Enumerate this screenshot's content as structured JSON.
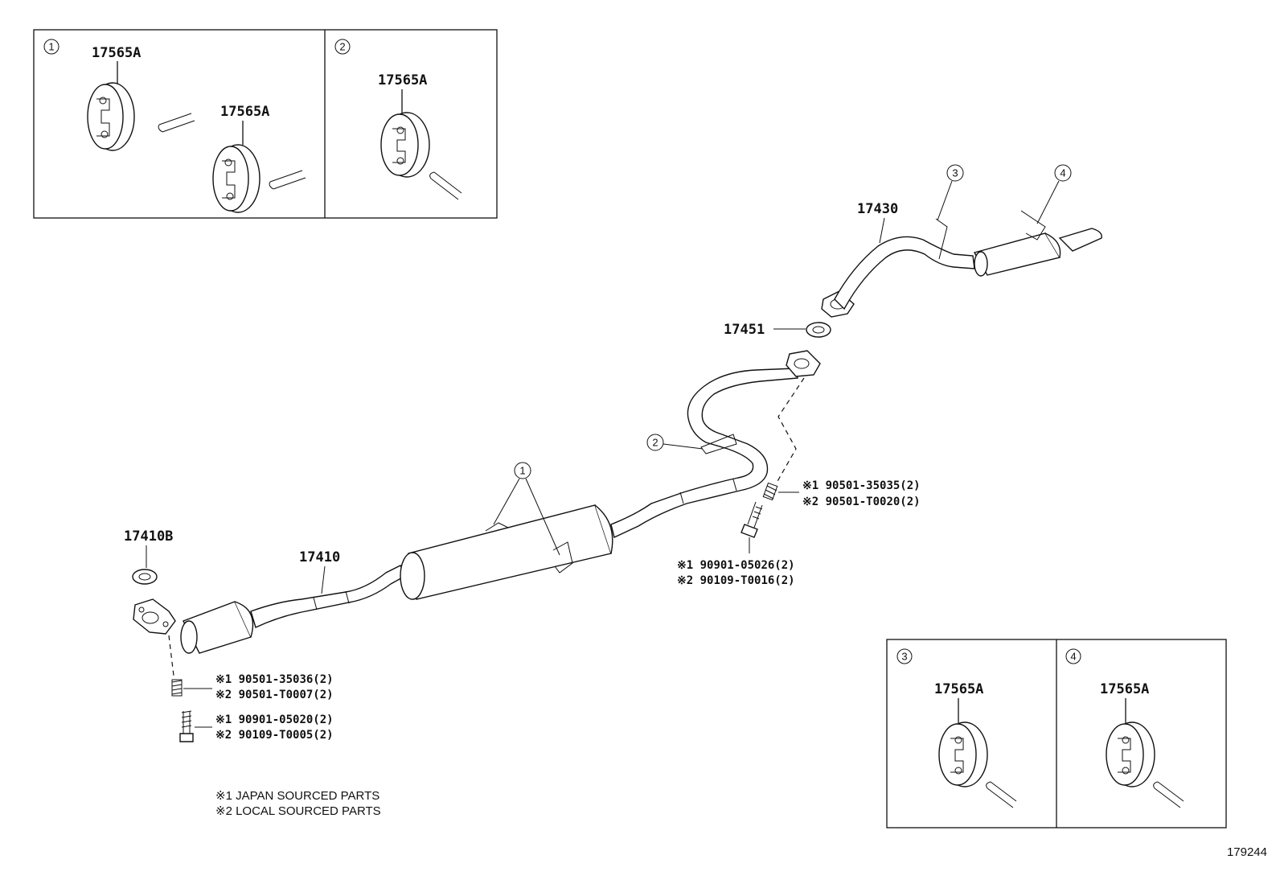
{
  "detail_boxes": [
    {
      "marker": "1",
      "parts": [
        "17565A",
        "17565A"
      ]
    },
    {
      "marker": "2",
      "parts": [
        "17565A"
      ]
    },
    {
      "marker": "3",
      "parts": [
        "17565A"
      ]
    },
    {
      "marker": "4",
      "parts": [
        "17565A"
      ]
    }
  ],
  "parts": {
    "tail_pipe": "17430",
    "gasket_mid": "17451",
    "gasket_front": "17410B",
    "front_pipe": "17410"
  },
  "callouts": {
    "c1": "1",
    "c2": "2",
    "c3": "3",
    "c4": "4"
  },
  "notes": {
    "front_spring_1": "※1 90501-35036(2)",
    "front_spring_2": "※2 90501-T0007(2)",
    "front_bolt_1": "※1 90901-05020(2)",
    "front_bolt_2": "※2 90109-T0005(2)",
    "rear_spring_1": "※1 90501-35035(2)",
    "rear_spring_2": "※2 90501-T0020(2)",
    "rear_bolt_1": "※1 90901-05026(2)",
    "rear_bolt_2": "※2 90109-T0016(2)"
  },
  "legend": {
    "line1": "※1 JAPAN SOURCED PARTS",
    "line2": "※2 LOCAL SOURCED PARTS"
  },
  "figure_number": "179244"
}
